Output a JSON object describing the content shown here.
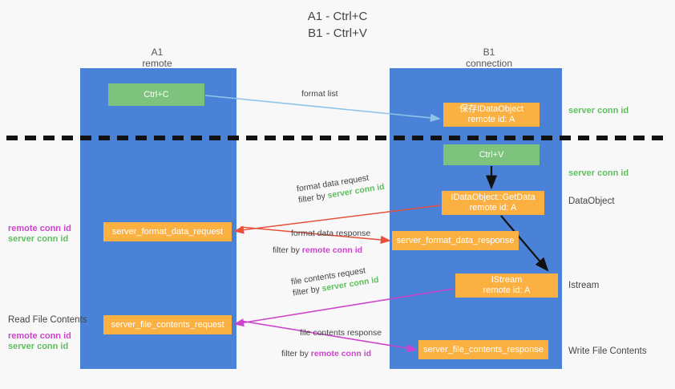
{
  "title": {
    "line1": "A1 - Ctrl+C",
    "line2": "B1 - Ctrl+V"
  },
  "columns": [
    {
      "name": "A1",
      "sub": "remote"
    },
    {
      "name": "B1",
      "sub": "connection"
    }
  ],
  "nodes": {
    "ctrl_c": {
      "label": "Ctrl+C",
      "color": "#7dc37d"
    },
    "idataobject_remote": {
      "line1": "保存IDataObject",
      "line2": "remote id: A",
      "color": "#fbb042"
    },
    "ctrl_v": {
      "label": "Ctrl+V",
      "color": "#7dc37d"
    },
    "getdata": {
      "line1": "IDataObject::GetData",
      "line2": "remote id: A",
      "color": "#fbb042"
    },
    "server_format_data_request": {
      "label": "server_format_data_request",
      "color": "#fbb042"
    },
    "server_format_data_response": {
      "label": "server_format_data_response",
      "color": "#fbb042"
    },
    "istream": {
      "line1": "IStream",
      "line2": "remote id: A",
      "color": "#fbb042"
    },
    "server_file_contents_request": {
      "label": "server_file_contents_request",
      "color": "#fbb042"
    },
    "server_file_contents_response": {
      "label": "server_file_contents_response",
      "color": "#fbb042"
    }
  },
  "edge_labels": {
    "format_list": "format list",
    "format_data_request": "format data request",
    "format_data_request_filter_prefix": "filter by ",
    "format_data_request_filter_value": "server conn id",
    "format_data_response": "format data response",
    "format_data_response_filter_prefix": "filter by ",
    "format_data_response_filter_value": "remote conn id",
    "file_contents_request": "file contents request",
    "file_contents_request_filter_prefix": "filter by ",
    "file_contents_request_filter_value": "server conn id",
    "file_contents_response": "file contents response",
    "file_contents_response_filter_prefix": "filter by ",
    "file_contents_response_filter_value": "remote conn id"
  },
  "annotations": {
    "server_conn_id_top": "server conn id",
    "server_conn_id_mid": "server conn id",
    "dataobject": "DataObject",
    "istream": "Istream",
    "write_file_contents": "Write File Contents",
    "read_file_contents": "Read File Contents",
    "remote_conn_id_left_1": "remote conn id",
    "server_conn_id_left_1": "server conn id",
    "remote_conn_id_left_2": "remote conn id",
    "server_conn_id_left_2": "server conn id"
  },
  "colors": {
    "lane": "#4a82d8",
    "green_node": "#7dc37d",
    "orange_node": "#fbb042",
    "green_text": "#5fbf5f",
    "magenta_text": "#cc44cc",
    "arrow_blue": "#8fc4e8",
    "arrow_red": "#e8503a",
    "arrow_magenta": "#cc44cc",
    "arrow_black": "#111111",
    "divider": "#111111"
  }
}
